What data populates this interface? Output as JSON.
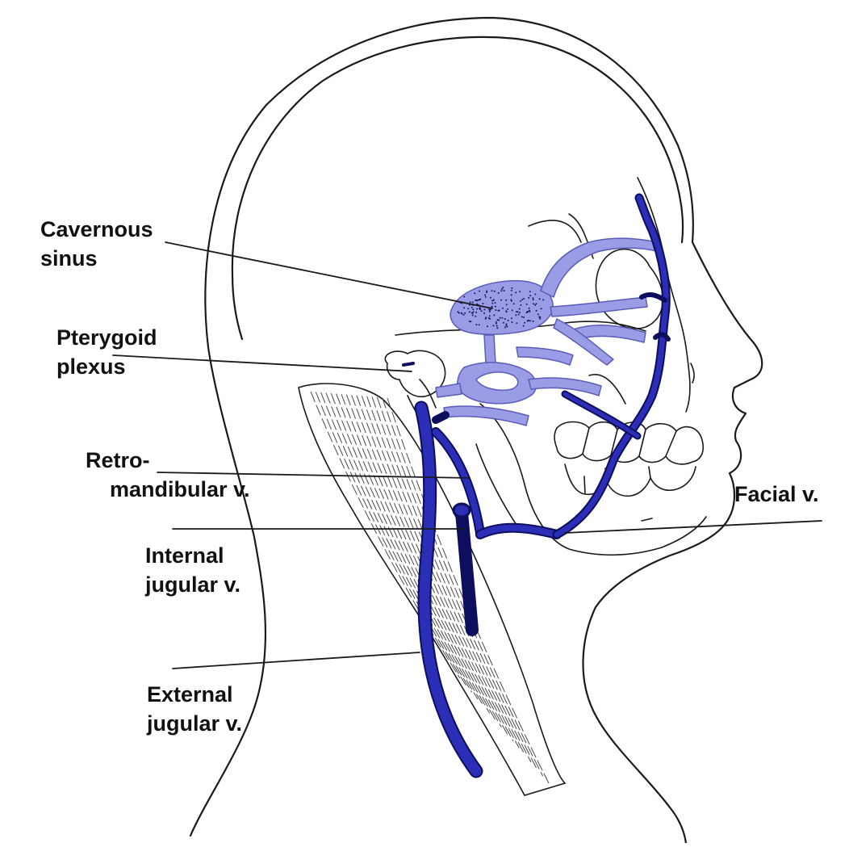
{
  "labels": {
    "cavernous_sinus": [
      "Cavernous",
      "sinus"
    ],
    "pterygoid_plexus": [
      "Pterygoid",
      "plexus"
    ],
    "retromandibular": [
      "Retro-",
      "mandibular v."
    ],
    "facial": [
      "Facial v."
    ],
    "internal_jugular": [
      "Internal",
      "jugular v."
    ],
    "external_jugular": [
      "External",
      "jugular v."
    ]
  },
  "colors": {
    "outline": "#1a1a1a",
    "deep_vein": "#2b2fb8",
    "deep_vein_dark": "#0d0f5e",
    "light_vein": "#9a9ce6",
    "light_vein_edge": "#5a5cb8",
    "muscle_hatch": "#4a4a4a"
  },
  "icons": {
    "head": "head-outline-icon",
    "skull": "skull-outline-icon",
    "muscle": "sternocleidomastoid-muscle-icon"
  }
}
